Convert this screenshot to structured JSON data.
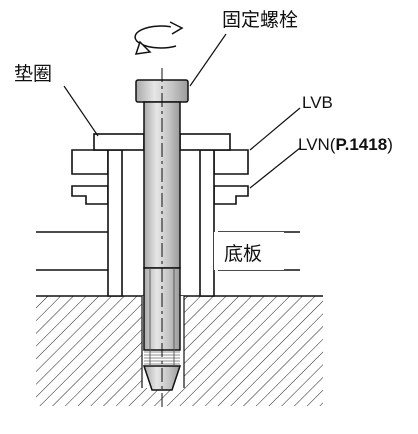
{
  "labels": {
    "bolt": "固定螺栓",
    "washer": "垫圈",
    "lvb": "LVB",
    "lvn_prefix": "LVN(",
    "lvn_ref": "P.1418",
    "lvn_suffix": ")",
    "base_plate": "底板"
  },
  "colors": {
    "line": "#111111",
    "bolt_fill": "#cfcfcf",
    "hatch": "#222222",
    "background": "#ffffff"
  },
  "icons": {
    "rotation": "rotation-arrow-icon"
  }
}
